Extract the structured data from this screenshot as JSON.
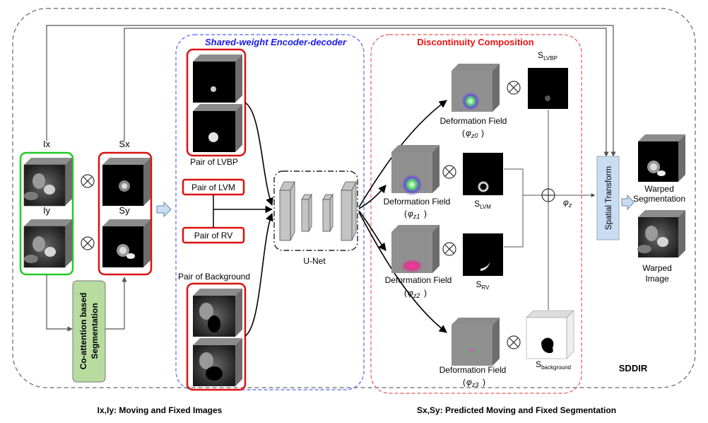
{
  "labels": {
    "ix": "Ix",
    "sx": "Sx",
    "iy": "Iy",
    "sy": "Sy",
    "coattention_line1": "Co-attention based",
    "coattention_line2": "Segmentation",
    "encoder_title": "Shared-weight Encoder-decoder",
    "pair_lvbp": "Pair of LVBP",
    "pair_lvm": "Pair of LVM",
    "pair_rv": "Pair of RV",
    "pair_background": "Pair of Background",
    "unet": "U-Net",
    "composition_title": "Discontinuity Composition",
    "deformation_field": "Deformation Field",
    "phi": "φ",
    "phi_z0_sub": "z0",
    "phi_z1_sub": "z1",
    "phi_z2_sub": "z2",
    "phi_z3_sub": "z3",
    "phi_z_sub": "z",
    "s": "S",
    "s_lvbp_sub": "LVBP",
    "s_lvm_sub": "LVM",
    "s_rv_sub": "RV",
    "s_background_sub": "background",
    "spatial_transform": "Spatial Transform",
    "warped_seg_line1": "Warped",
    "warped_seg_line2": "Segmentation",
    "warped_img_line1": "Warped",
    "warped_img_line2": "Image",
    "sddir": "SDDIR",
    "legend_left": "Ix,Iy: Moving and Fixed Images",
    "legend_right": "Sx,Sy: Predicted Moving and Fixed Segmentation"
  },
  "colors": {
    "green_box": "#22cc22",
    "red_box": "#dd1111",
    "encoder_border": "#5566ee",
    "encoder_title": "#1a1aee",
    "composition_border": "#ee5555",
    "composition_title": "#ee1111",
    "coattention_fill": "#b8dba0",
    "spatial_fill": "#c9ddf2"
  }
}
